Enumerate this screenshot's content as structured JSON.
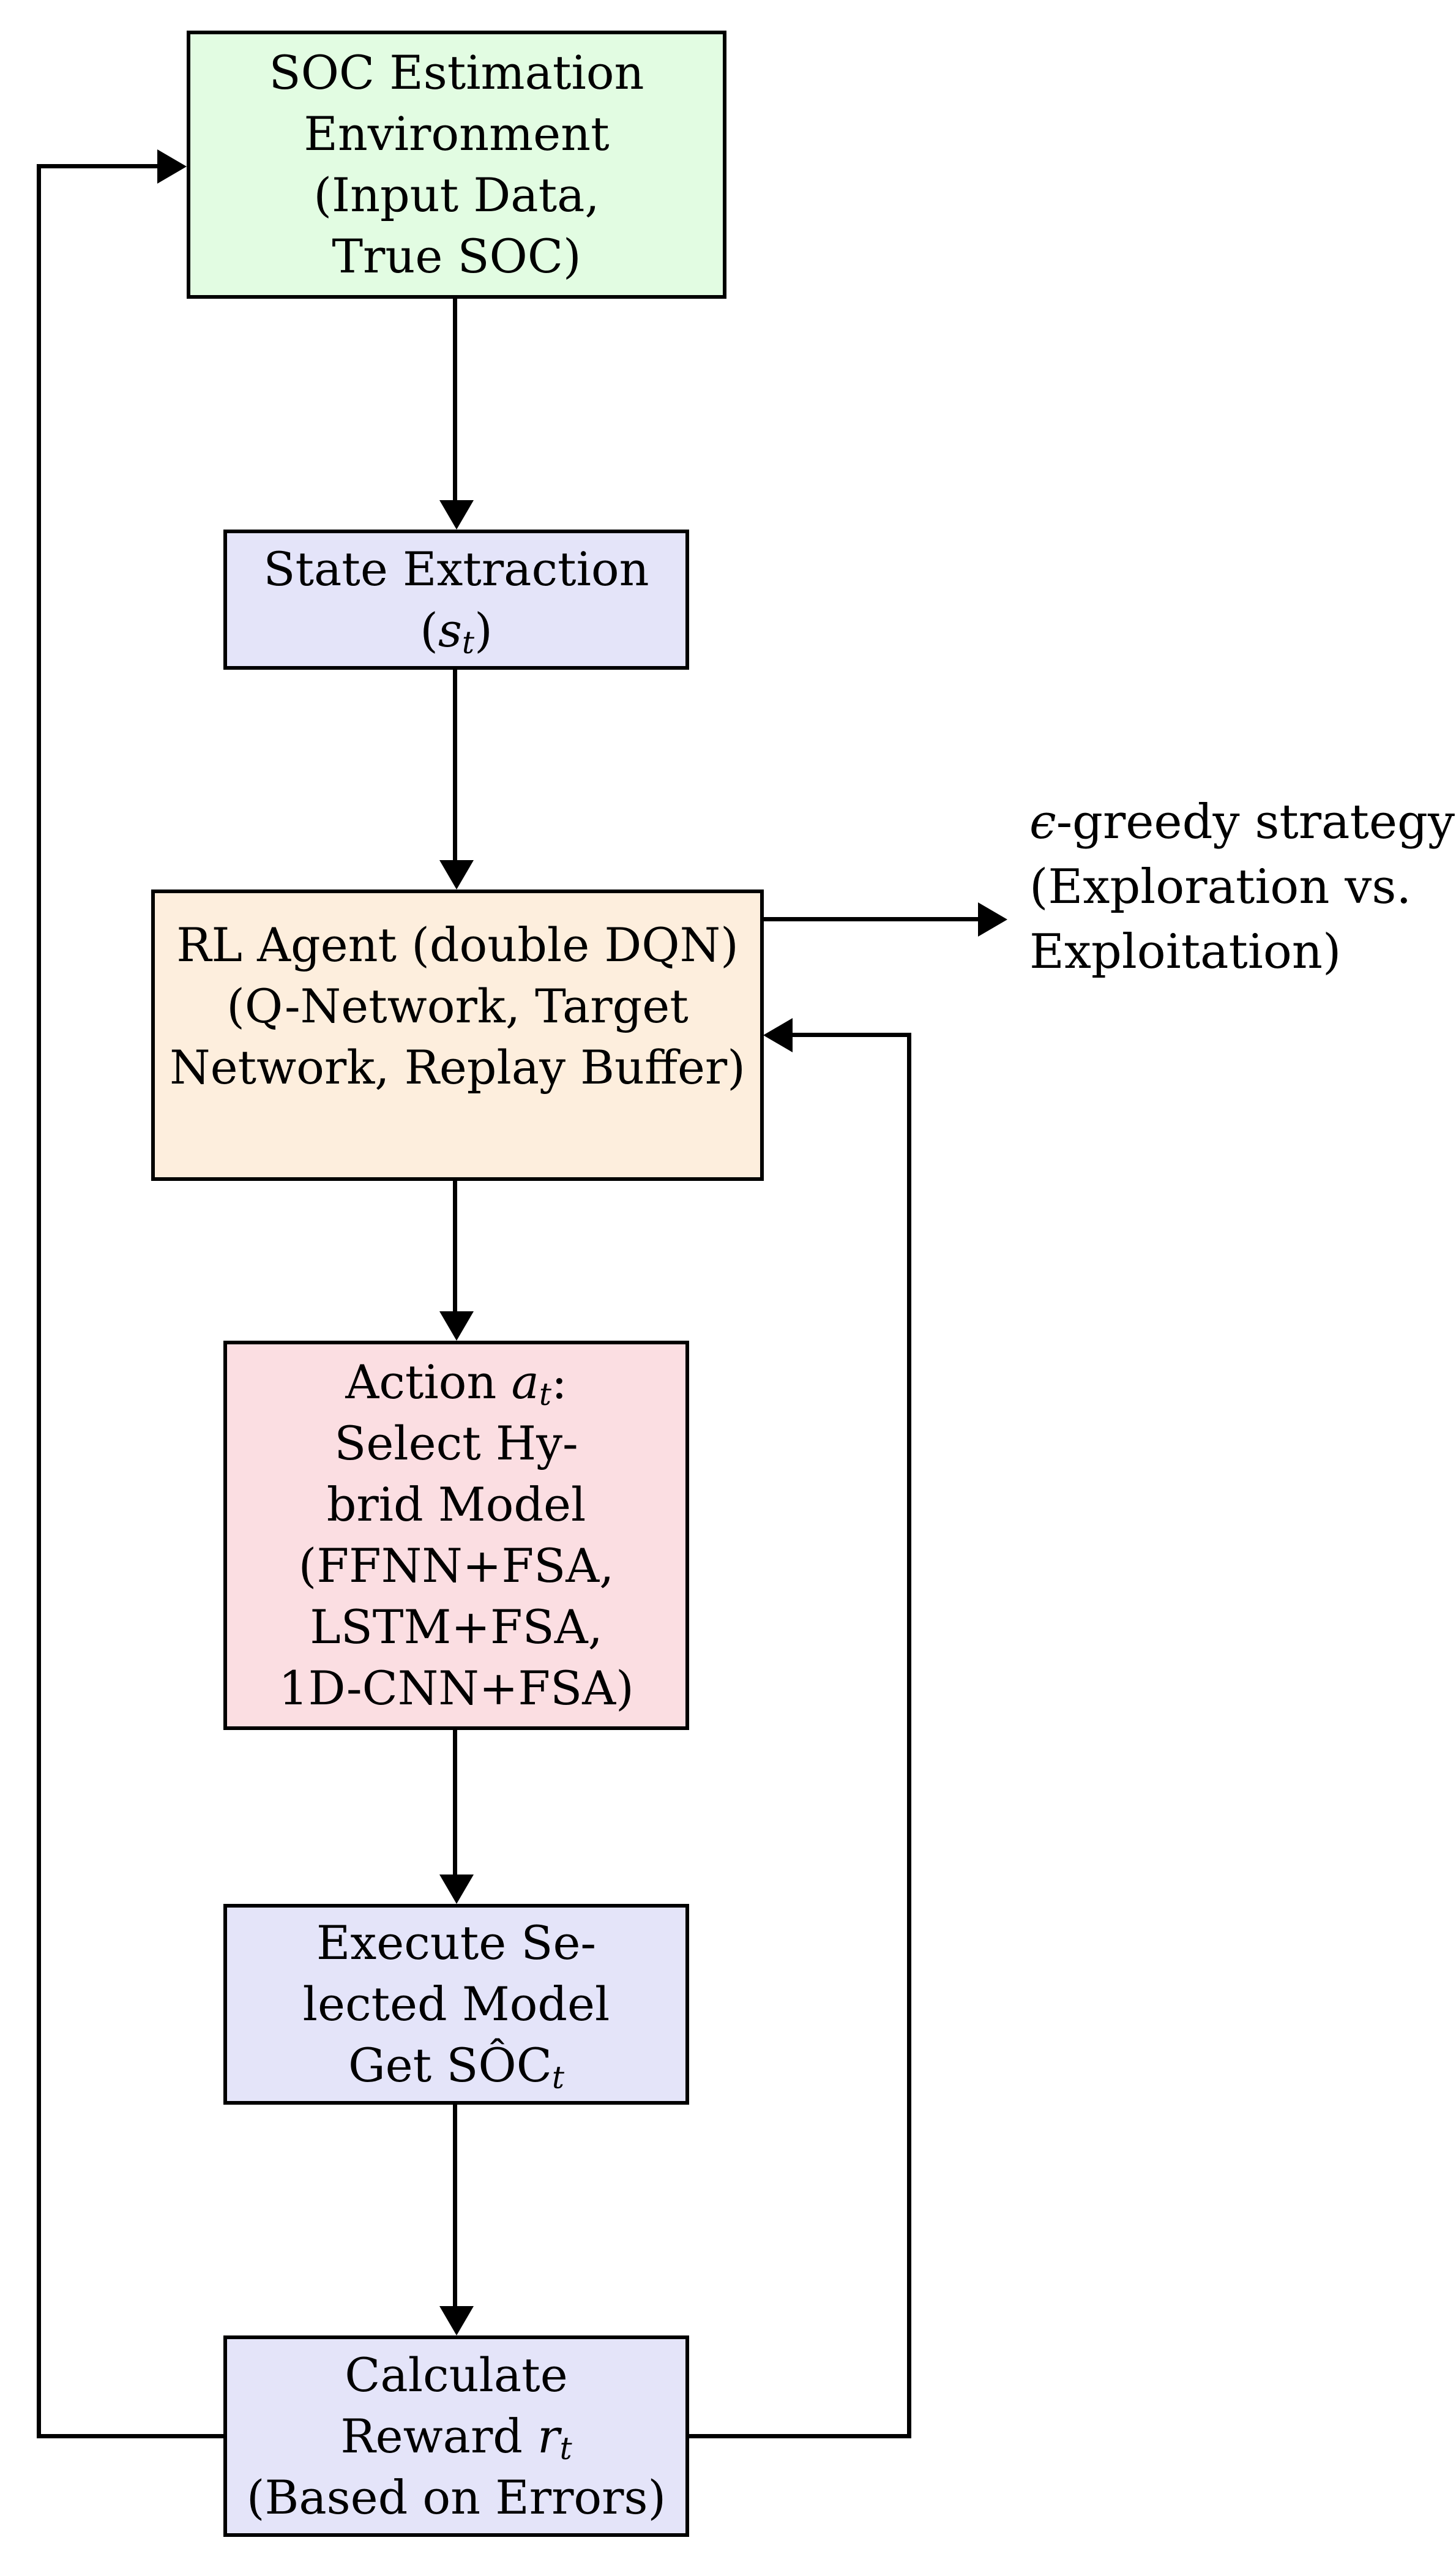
{
  "diagram": {
    "background": "#ffffff",
    "line_color": "#000000",
    "nodes": {
      "environment": {
        "fill": "#e2fce2",
        "lines": [
          "SOC Estimation",
          "Environment",
          "(Input Data,",
          "True SOC)"
        ]
      },
      "state_extraction": {
        "fill": "#e4e4f9",
        "lines": [
          "State Extraction",
          "({i:s}{sub:t})"
        ]
      },
      "rl_agent": {
        "fill": "#fdeedd",
        "lines": [
          "RL Agent (double DQN)",
          "(Q-Network, Target",
          "Network, Replay Buffer)"
        ]
      },
      "action_select": {
        "fill": "#fbdee2",
        "lines": [
          "Action {i:a}{sub:t}:",
          "Select Hy-",
          "brid Model",
          "(FFNN+FSA,",
          "LSTM+FSA,",
          "1D-CNN+FSA)"
        ]
      },
      "execute_model": {
        "fill": "#e4e4f9",
        "lines": [
          "Execute Se-",
          "lected Model",
          "Get SÔC{sub:t}"
        ]
      },
      "calculate_reward": {
        "fill": "#e4e4f9",
        "lines": [
          "Calculate",
          "Reward {i:r}{sub:t}",
          "(Based on Errors)"
        ]
      }
    },
    "side_note": {
      "lines": [
        "{i:ϵ}-greedy strategy",
        "(Exploration vs.",
        "Exploitation)"
      ]
    },
    "edges": [
      {
        "from": "environment",
        "to": "state_extraction"
      },
      {
        "from": "state_extraction",
        "to": "rl_agent"
      },
      {
        "from": "rl_agent",
        "to": "side_note"
      },
      {
        "from": "rl_agent",
        "to": "action_select"
      },
      {
        "from": "action_select",
        "to": "execute_model"
      },
      {
        "from": "execute_model",
        "to": "calculate_reward"
      },
      {
        "from": "calculate_reward",
        "to": "environment",
        "via": "left-loop"
      },
      {
        "from": "calculate_reward",
        "to": "rl_agent",
        "via": "right-loop"
      }
    ]
  }
}
